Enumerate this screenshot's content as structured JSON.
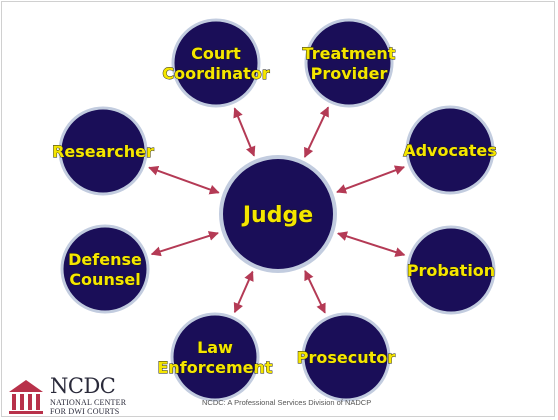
{
  "colors": {
    "node_fill": "#1a0e58",
    "node_ring": "#c2ccdf",
    "arrow": "#b43a55",
    "label_fill": "#f5e600"
  },
  "center": {
    "label": "Judge"
  },
  "nodes": [
    {
      "id": "court-coordinator",
      "lines": [
        "Court",
        "Coordinator"
      ]
    },
    {
      "id": "treatment-provider",
      "lines": [
        "Treatment",
        "Provider"
      ]
    },
    {
      "id": "advocates",
      "lines": [
        "Advocates"
      ]
    },
    {
      "id": "probation",
      "lines": [
        "Probation"
      ]
    },
    {
      "id": "prosecutor",
      "lines": [
        "Prosecutor"
      ]
    },
    {
      "id": "law-enforcement",
      "lines": [
        "Law",
        "Enforcement"
      ]
    },
    {
      "id": "defense-counsel",
      "lines": [
        "Defense",
        "Counsel"
      ]
    },
    {
      "id": "researcher",
      "lines": [
        "Researcher"
      ]
    }
  ],
  "logo": {
    "name": "NCDC",
    "line1": "NATIONAL CENTER",
    "line2": "FOR DWI COURTS"
  },
  "footer": "NCDC: A Professional Services Division of NADCP"
}
